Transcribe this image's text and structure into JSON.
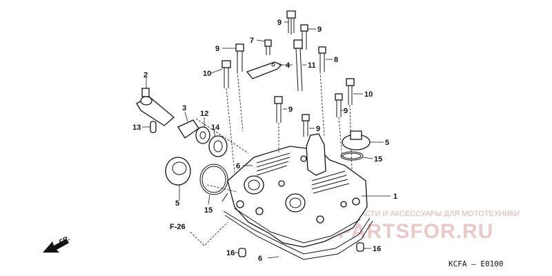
{
  "diagram": {
    "callouts": {
      "c9a": "9",
      "c9b": "9",
      "c9c": "9",
      "c9d": "9",
      "c9e": "9",
      "c9f": "9",
      "c7": "7",
      "c4": "4",
      "c10a": "10",
      "c10b": "10",
      "c11": "11",
      "c8": "8",
      "c2": "2",
      "c3": "3",
      "c12": "12",
      "c13": "13",
      "c14": "14",
      "c5a": "5",
      "c5b": "5",
      "c15a": "15",
      "c15b": "15",
      "c1": "1",
      "c6": "6",
      "c16a": "16",
      "c16b": "16"
    },
    "reference": "F-26",
    "direction": "FR.",
    "diagram_code": "KCFA – E0100"
  },
  "watermark": {
    "tagline": "ЗАПЧАСТИ И АКСЕССУАРЫ ДЛЯ МОТОТЕХНИКИ",
    "logo": "PARTSFOR.RU"
  }
}
